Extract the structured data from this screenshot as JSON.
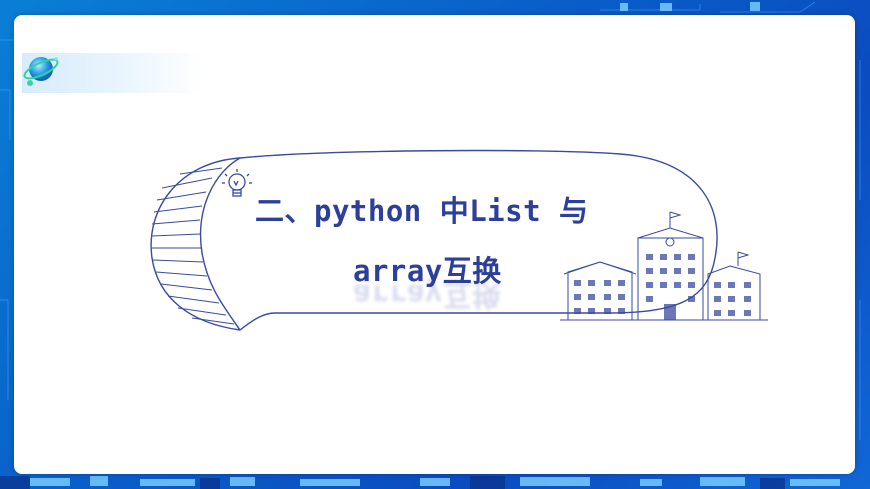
{
  "slide": {
    "title_line1": "二、python 中List 与",
    "title_line2": "array互换"
  },
  "colors": {
    "background": "#0b5fcb",
    "title": "#2c3f9a",
    "outline": "#3a4aa0"
  },
  "icons": [
    "globe-logo-icon",
    "lightbulb-icon",
    "school-building-illustration",
    "speech-bubble-frame"
  ]
}
